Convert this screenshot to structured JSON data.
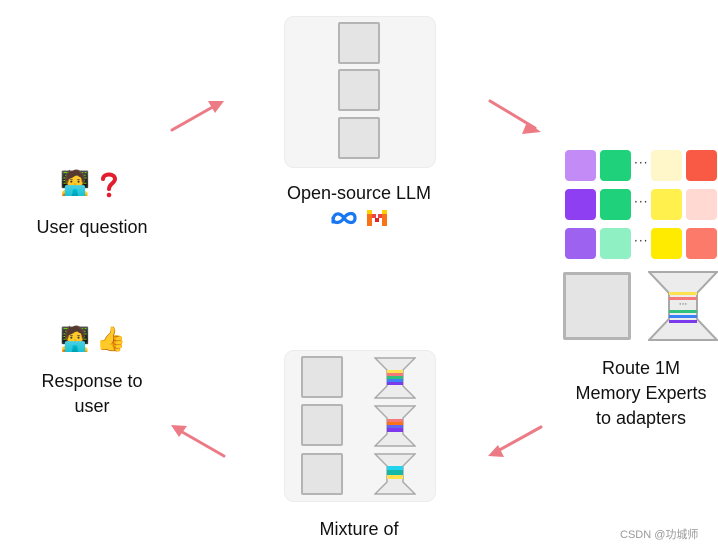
{
  "labels": {
    "llm": "Open-source LLM",
    "user_question": "User question",
    "response": "Response to\nuser",
    "route": "Route 1M\nMemory Experts\nto adapters",
    "mixture": "Mixture of"
  },
  "icons": {
    "question_user": "🧑‍💻",
    "question_mark": "❓",
    "response_user": "🧑‍💻",
    "thumbs_up": "👍",
    "meta_logo": "∞",
    "mistral_logo": "M"
  },
  "dots": "···",
  "watermark": "CSDN @功城师",
  "colors": {
    "arrow": "#ec7b85",
    "grid": [
      [
        "#c28bf5",
        "#1fd17a",
        "#fff7c9",
        "#f85a45"
      ],
      [
        "#8f3ff2",
        "#1fd17a",
        "#fff04d",
        "#ffd9d2"
      ],
      [
        "#9d62f0",
        "#8ff0c3",
        "#ffeb00",
        "#fb7a69"
      ]
    ],
    "adapter_top": [
      "#ffe04d",
      "#f47a7a",
      "#2ec27e",
      "#3b82f6",
      "#7c3aed"
    ],
    "adapter_mid": [
      "#f47a7a",
      "#f97316",
      "#6366f1",
      "#7c3aed"
    ],
    "adapter_bot": [
      "#22d3ee",
      "#14b8a6",
      "#ffe04d"
    ],
    "adapter_big": [
      "#ffe04d",
      "#f47a7a",
      "#e5e5e5",
      "#2ec27e",
      "#3b82f6",
      "#7c3aed"
    ]
  }
}
